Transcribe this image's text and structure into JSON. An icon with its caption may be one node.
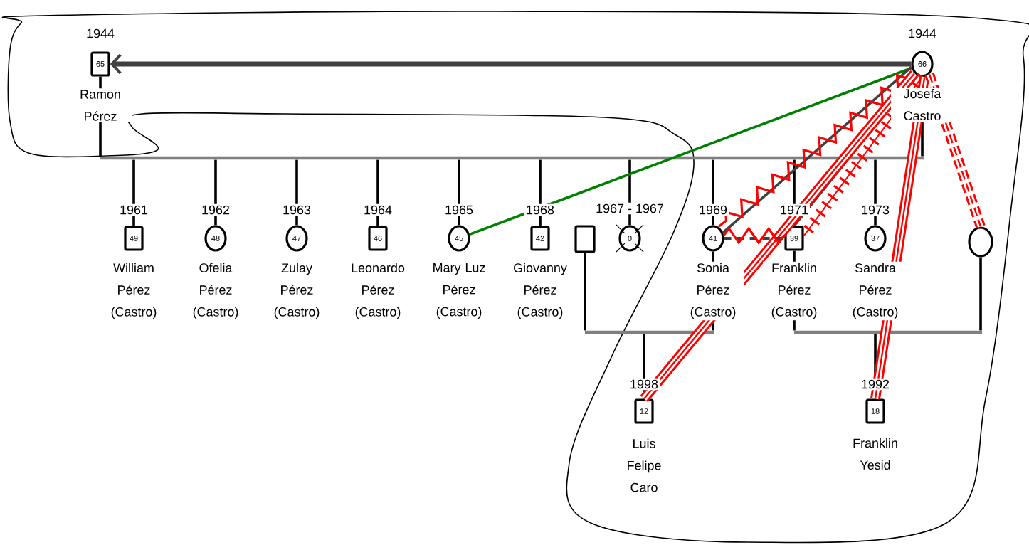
{
  "diagram": {
    "nodes": [
      {
        "text": [
          "65"
        ],
        "beside": [
          "1944",
          "Ramon Pérez"
        ]
      },
      {
        "text": [
          "66"
        ],
        "beside": [
          "1944",
          "Josefa Castro"
        ]
      },
      {
        "text": [],
        "shape": "bar"
      },
      {
        "text": [
          "49"
        ],
        "beside": [
          "1961",
          "William Pérez (Castro)"
        ]
      },
      {
        "text": [
          "48"
        ],
        "beside": [
          "1962",
          "Ofelia Pérez (Castro)"
        ]
      },
      {
        "text": [
          "47"
        ],
        "beside": [
          "1963",
          "Zulay Pérez (Castro)"
        ]
      },
      {
        "text": [
          "46"
        ],
        "beside": [
          "1964",
          "Leonardo Pérez (Castro)"
        ]
      },
      {
        "text": [
          "45"
        ],
        "beside": [
          "1965",
          "Mary Luz Pérez (Castro)"
        ]
      },
      {
        "text": [
          "42"
        ],
        "beside": [
          "1968",
          "Giovanny Pérez (Castro)"
        ]
      },
      {
        "text": [],
        "shape": "box"
      },
      {
        "text": [
          "0"
        ],
        "beside": [
          "1967 - 1967"
        ]
      },
      {
        "text": [
          "41"
        ],
        "beside": [
          "1969",
          "Sonia Pérez (Castro)"
        ]
      },
      {
        "text": [
          "39"
        ],
        "beside": [
          "1971",
          "Franklin Pérez (Castro)"
        ]
      },
      {
        "text": [
          "37"
        ],
        "beside": [
          "1973",
          "Sandra Pérez (Castro)"
        ]
      },
      {
        "text": [],
        "shape": "circle"
      },
      {
        "text": [],
        "shape": "bar"
      },
      {
        "text": [
          "12"
        ],
        "beside": [
          "1998",
          "Luis Felipe Caro"
        ]
      },
      {
        "text": [],
        "shape": "bar"
      },
      {
        "text": [
          "18"
        ],
        "beside": [
          "1992",
          "Franklin Yesid"
        ]
      }
    ],
    "edges": [
      {
        "from": 0,
        "to": 2,
        "arrow": "none"
      },
      {
        "from": 1,
        "to": 2,
        "arrow": "none"
      },
      {
        "from": 2,
        "to": 3,
        "arrow": "none"
      },
      {
        "from": 2,
        "to": 4,
        "arrow": "none"
      },
      {
        "from": 2,
        "to": 5,
        "arrow": "none"
      },
      {
        "from": 2,
        "to": 6,
        "arrow": "none"
      },
      {
        "from": 2,
        "to": 7,
        "arrow": "none"
      },
      {
        "from": 2,
        "to": 8,
        "arrow": "none"
      },
      {
        "from": 2,
        "to": 10,
        "arrow": "none"
      },
      {
        "from": 2,
        "to": 11,
        "arrow": "none"
      },
      {
        "from": 2,
        "to": 12,
        "arrow": "none"
      },
      {
        "from": 2,
        "to": 13,
        "arrow": "none"
      },
      {
        "from": 9,
        "to": 15,
        "arrow": "none"
      },
      {
        "from": 11,
        "to": 15,
        "arrow": "none"
      },
      {
        "from": 15,
        "to": 16,
        "arrow": "none"
      },
      {
        "from": 12,
        "to": 17,
        "arrow": "none"
      },
      {
        "from": 14,
        "to": 17,
        "arrow": "none"
      },
      {
        "from": 17,
        "to": 18,
        "arrow": "none"
      },
      {
        "from": 1,
        "to": 0,
        "arrow": "to",
        "style": "thick",
        "color": "#404040"
      },
      {
        "from": 1,
        "to": 7,
        "arrow": "none",
        "color": "#008000"
      },
      {
        "from": 1,
        "to": 11,
        "arrow": "none",
        "color": "#404040"
      },
      {
        "from": 1,
        "to": 11,
        "arrow": "none",
        "color": "#ff0000"
      },
      {
        "from": 1,
        "to": 12,
        "arrow": "none",
        "color": "#404040"
      },
      {
        "from": 1,
        "to": 12,
        "arrow": "none",
        "color": "#ff0000"
      },
      {
        "from": 1,
        "to": 16,
        "arrow": "none",
        "style": "thick",
        "color": "#ff0000"
      },
      {
        "from": 1,
        "to": 18,
        "arrow": "none",
        "style": "thick",
        "color": "#ff0000"
      },
      {
        "from": 1,
        "to": 14,
        "arrow": "none",
        "style": "dashed",
        "color": "#ff0000"
      },
      {
        "from": 11,
        "to": 12,
        "arrow": "none",
        "style": "dashed",
        "color": "#404040"
      },
      {
        "from": 11,
        "to": 12,
        "arrow": "none",
        "color": "#ff0000"
      }
    ]
  }
}
